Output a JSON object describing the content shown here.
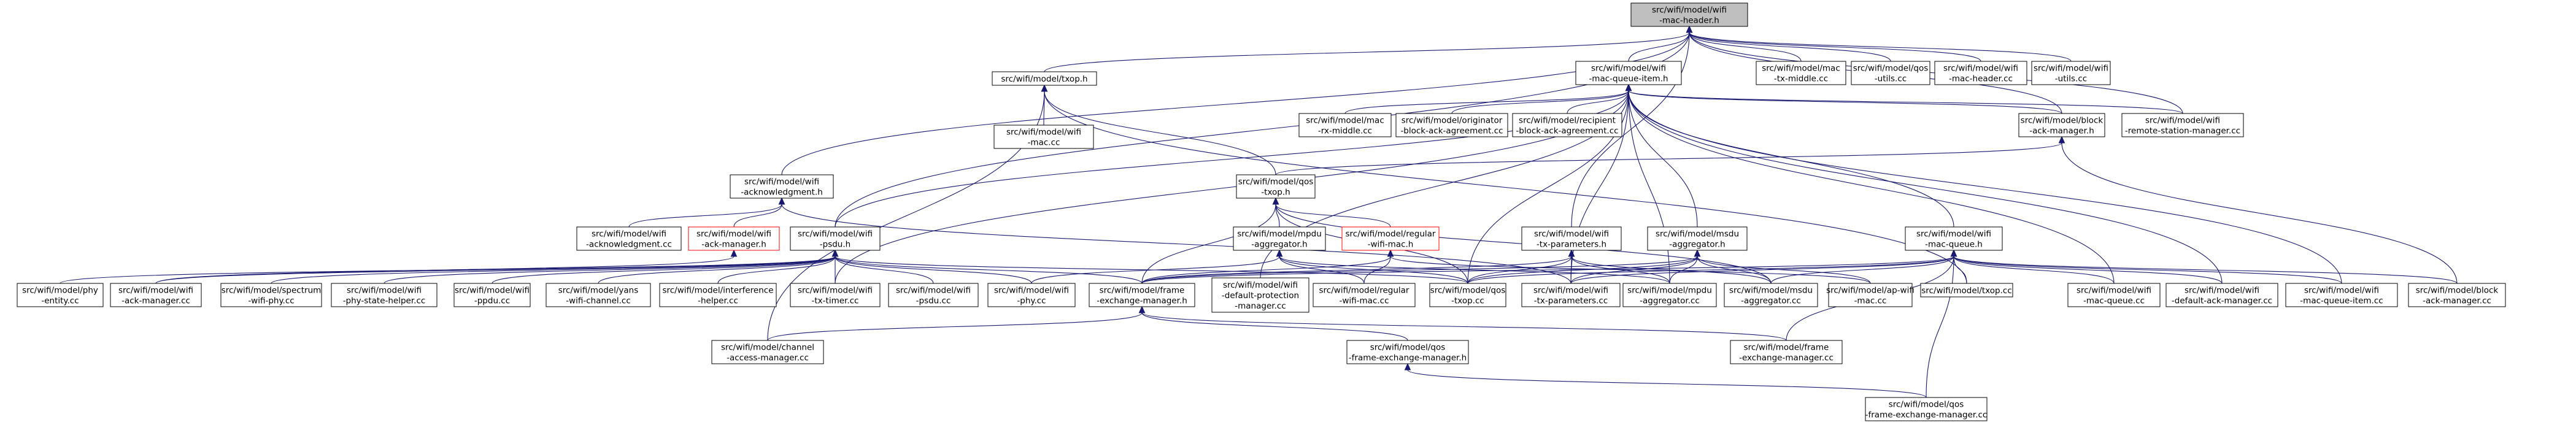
{
  "graph": {
    "root": "mac_header_h",
    "nodes": [
      {
        "id": "mac_header_h",
        "lines": [
          "src/wifi/model/wifi",
          "-mac-header.h"
        ],
        "style": "root",
        "interactable": true
      },
      {
        "id": "mac_queue_item_h",
        "lines": [
          "src/wifi/model/wifi",
          "-mac-queue-item.h"
        ],
        "style": "normal",
        "interactable": true
      },
      {
        "id": "mac_tx_middle_cc",
        "lines": [
          "src/wifi/model/mac",
          "-tx-middle.cc"
        ],
        "style": "normal",
        "interactable": true
      },
      {
        "id": "qos_utils_cc",
        "lines": [
          "src/wifi/model/qos",
          "-utils.cc"
        ],
        "style": "normal",
        "interactable": true
      },
      {
        "id": "wifi_mac_header_cc",
        "lines": [
          "src/wifi/model/wifi",
          "-mac-header.cc"
        ],
        "style": "normal",
        "interactable": true
      },
      {
        "id": "wifi_utils_cc",
        "lines": [
          "src/wifi/model/wifi",
          "-utils.cc"
        ],
        "style": "normal",
        "interactable": true
      },
      {
        "id": "txop_h",
        "lines": [
          "src/wifi/model/txop.h"
        ],
        "style": "normal",
        "interactable": true
      },
      {
        "id": "mac_rx_middle_cc",
        "lines": [
          "src/wifi/model/mac",
          "-rx-middle.cc"
        ],
        "style": "normal",
        "interactable": true
      },
      {
        "id": "originator_cc",
        "lines": [
          "src/wifi/model/originator",
          "-block-ack-agreement.cc"
        ],
        "style": "normal",
        "interactable": true
      },
      {
        "id": "recipient_cc",
        "lines": [
          "src/wifi/model/recipient",
          "-block-ack-agreement.cc"
        ],
        "style": "normal",
        "interactable": true
      },
      {
        "id": "block_ack_manager_h",
        "lines": [
          "src/wifi/model/block",
          "-ack-manager.h"
        ],
        "style": "normal",
        "interactable": true
      },
      {
        "id": "remote_station_manager_cc",
        "lines": [
          "src/wifi/model/wifi",
          "-remote-station-manager.cc"
        ],
        "style": "normal",
        "interactable": true
      },
      {
        "id": "wifi_mac_cc",
        "lines": [
          "src/wifi/model/wifi",
          "-mac.cc"
        ],
        "style": "normal",
        "interactable": true
      },
      {
        "id": "acknowledgment_h",
        "lines": [
          "src/wifi/model/wifi",
          "-acknowledgment.h"
        ],
        "style": "normal",
        "interactable": true
      },
      {
        "id": "qos_txop_h",
        "lines": [
          "src/wifi/model/qos",
          "-txop.h"
        ],
        "style": "normal",
        "interactable": true
      },
      {
        "id": "acknowledgment_cc",
        "lines": [
          "src/wifi/model/wifi",
          "-acknowledgment.cc"
        ],
        "style": "normal",
        "interactable": true
      },
      {
        "id": "wifi_ack_manager_h",
        "lines": [
          "src/wifi/model/wifi",
          "-ack-manager.h"
        ],
        "style": "red",
        "interactable": true
      },
      {
        "id": "wifi_psdu_h",
        "lines": [
          "src/wifi/model/wifi",
          "-psdu.h"
        ],
        "style": "normal",
        "interactable": true
      },
      {
        "id": "mpdu_aggregator_h",
        "lines": [
          "src/wifi/model/mpdu",
          "-aggregator.h"
        ],
        "style": "normal",
        "interactable": true
      },
      {
        "id": "regular_wifi_mac_h",
        "lines": [
          "src/wifi/model/regular",
          "-wifi-mac.h"
        ],
        "style": "red",
        "interactable": true
      },
      {
        "id": "tx_parameters_h",
        "lines": [
          "src/wifi/model/wifi",
          "-tx-parameters.h"
        ],
        "style": "normal",
        "interactable": true
      },
      {
        "id": "msdu_aggregator_h",
        "lines": [
          "src/wifi/model/msdu",
          "-aggregator.h"
        ],
        "style": "normal",
        "interactable": true
      },
      {
        "id": "wifi_mac_queue_h",
        "lines": [
          "src/wifi/model/wifi",
          "-mac-queue.h"
        ],
        "style": "normal",
        "interactable": true
      },
      {
        "id": "phy_entity_cc",
        "lines": [
          "src/wifi/model/phy",
          "-entity.cc"
        ],
        "style": "normal",
        "interactable": true
      },
      {
        "id": "wifi_ack_manager_cc",
        "lines": [
          "src/wifi/model/wifi",
          "-ack-manager.cc"
        ],
        "style": "normal",
        "interactable": true
      },
      {
        "id": "spectrum_wifi_phy_cc",
        "lines": [
          "src/wifi/model/spectrum",
          "-wifi-phy.cc"
        ],
        "style": "normal",
        "interactable": true
      },
      {
        "id": "phy_state_helper_cc",
        "lines": [
          "src/wifi/model/wifi",
          "-phy-state-helper.cc"
        ],
        "style": "normal",
        "interactable": true
      },
      {
        "id": "wifi_ppdu_cc",
        "lines": [
          "src/wifi/model/wifi",
          "-ppdu.cc"
        ],
        "style": "normal",
        "interactable": true
      },
      {
        "id": "yans_wifi_channel_cc",
        "lines": [
          "src/wifi/model/yans",
          "-wifi-channel.cc"
        ],
        "style": "normal",
        "interactable": true
      },
      {
        "id": "interference_helper_cc",
        "lines": [
          "src/wifi/model/interference",
          "-helper.cc"
        ],
        "style": "normal",
        "interactable": true
      },
      {
        "id": "wifi_tx_timer_cc",
        "lines": [
          "src/wifi/model/wifi",
          "-tx-timer.cc"
        ],
        "style": "normal",
        "interactable": true
      },
      {
        "id": "wifi_psdu_cc",
        "lines": [
          "src/wifi/model/wifi",
          "-psdu.cc"
        ],
        "style": "normal",
        "interactable": true
      },
      {
        "id": "wifi_phy_cc",
        "lines": [
          "src/wifi/model/wifi",
          "-phy.cc"
        ],
        "style": "normal",
        "interactable": true
      },
      {
        "id": "frame_exchange_manager_h",
        "lines": [
          "src/wifi/model/frame",
          "-exchange-manager.h"
        ],
        "style": "normal",
        "interactable": true
      },
      {
        "id": "default_protection_manager_cc",
        "lines": [
          "src/wifi/model/wifi",
          "-default-protection",
          "-manager.cc"
        ],
        "style": "normal",
        "interactable": true
      },
      {
        "id": "regular_wifi_mac_cc",
        "lines": [
          "src/wifi/model/regular",
          "-wifi-mac.cc"
        ],
        "style": "normal",
        "interactable": true
      },
      {
        "id": "qos_txop_cc",
        "lines": [
          "src/wifi/model/qos",
          "-txop.cc"
        ],
        "style": "normal",
        "interactable": true
      },
      {
        "id": "tx_parameters_cc",
        "lines": [
          "src/wifi/model/wifi",
          "-tx-parameters.cc"
        ],
        "style": "normal",
        "interactable": true
      },
      {
        "id": "mpdu_aggregator_cc",
        "lines": [
          "src/wifi/model/mpdu",
          "-aggregator.cc"
        ],
        "style": "normal",
        "interactable": true
      },
      {
        "id": "msdu_aggregator_cc",
        "lines": [
          "src/wifi/model/msdu",
          "-aggregator.cc"
        ],
        "style": "normal",
        "interactable": true
      },
      {
        "id": "ap_wifi_mac_cc",
        "lines": [
          "src/wifi/model/ap-wifi",
          "-mac.cc"
        ],
        "style": "normal",
        "interactable": true
      },
      {
        "id": "txop_cc",
        "lines": [
          "src/wifi/model/txop.cc"
        ],
        "style": "normal",
        "interactable": true
      },
      {
        "id": "wifi_mac_queue_cc",
        "lines": [
          "src/wifi/model/wifi",
          "-mac-queue.cc"
        ],
        "style": "normal",
        "interactable": true
      },
      {
        "id": "default_ack_manager_cc",
        "lines": [
          "src/wifi/model/wifi",
          "-default-ack-manager.cc"
        ],
        "style": "normal",
        "interactable": true
      },
      {
        "id": "mac_queue_item_cc",
        "lines": [
          "src/wifi/model/wifi",
          "-mac-queue-item.cc"
        ],
        "style": "normal",
        "interactable": true
      },
      {
        "id": "block_ack_manager_cc",
        "lines": [
          "src/wifi/model/block",
          "-ack-manager.cc"
        ],
        "style": "normal",
        "interactable": true
      },
      {
        "id": "channel_access_manager_cc",
        "lines": [
          "src/wifi/model/channel",
          "-access-manager.cc"
        ],
        "style": "normal",
        "interactable": true
      },
      {
        "id": "qos_frame_exchange_manager_h",
        "lines": [
          "src/wifi/model/qos",
          "-frame-exchange-manager.h"
        ],
        "style": "normal",
        "interactable": true
      },
      {
        "id": "frame_exchange_manager_cc",
        "lines": [
          "src/wifi/model/frame",
          "-exchange-manager.cc"
        ],
        "style": "normal",
        "interactable": true
      },
      {
        "id": "qos_frame_exchange_manager_cc",
        "lines": [
          "src/wifi/model/qos",
          "-frame-exchange-manager.cc"
        ],
        "style": "normal",
        "interactable": true
      }
    ],
    "edges": [
      [
        "mac_header_h",
        "mac_queue_item_h"
      ],
      [
        "mac_header_h",
        "mac_tx_middle_cc"
      ],
      [
        "mac_header_h",
        "qos_utils_cc"
      ],
      [
        "mac_header_h",
        "wifi_mac_header_cc"
      ],
      [
        "mac_header_h",
        "wifi_utils_cc"
      ],
      [
        "mac_header_h",
        "txop_h"
      ],
      [
        "mac_header_h",
        "acknowledgment_h"
      ],
      [
        "mac_header_h",
        "wifi_psdu_h"
      ],
      [
        "mac_header_h",
        "block_ack_manager_h"
      ],
      [
        "mac_header_h",
        "remote_station_manager_cc"
      ],
      [
        "mac_header_h",
        "tx_parameters_h"
      ],
      [
        "mac_queue_item_h",
        "mac_rx_middle_cc"
      ],
      [
        "mac_queue_item_h",
        "originator_cc"
      ],
      [
        "mac_queue_item_h",
        "recipient_cc"
      ],
      [
        "mac_queue_item_h",
        "block_ack_manager_h"
      ],
      [
        "mac_queue_item_h",
        "remote_station_manager_cc"
      ],
      [
        "mac_queue_item_h",
        "wifi_psdu_h"
      ],
      [
        "mac_queue_item_h",
        "msdu_aggregator_h"
      ],
      [
        "mac_queue_item_h",
        "wifi_mac_queue_h"
      ],
      [
        "mac_queue_item_h",
        "wifi_tx_timer_cc"
      ],
      [
        "mac_queue_item_h",
        "default_protection_manager_cc"
      ],
      [
        "mac_queue_item_h",
        "tx_parameters_cc"
      ],
      [
        "mac_queue_item_h",
        "qos_txop_cc"
      ],
      [
        "mac_queue_item_h",
        "mpdu_aggregator_cc"
      ],
      [
        "mac_queue_item_h",
        "wifi_mac_queue_cc"
      ],
      [
        "mac_queue_item_h",
        "default_ack_manager_cc"
      ],
      [
        "mac_queue_item_h",
        "mac_queue_item_cc"
      ],
      [
        "txop_h",
        "wifi_mac_cc"
      ],
      [
        "txop_h",
        "qos_txop_h"
      ],
      [
        "txop_h",
        "channel_access_manager_cc"
      ],
      [
        "txop_h",
        "txop_cc"
      ],
      [
        "block_ack_manager_h",
        "qos_txop_h"
      ],
      [
        "block_ack_manager_h",
        "block_ack_manager_cc"
      ],
      [
        "acknowledgment_h",
        "acknowledgment_cc"
      ],
      [
        "acknowledgment_h",
        "wifi_ack_manager_h"
      ],
      [
        "acknowledgment_h",
        "tx_parameters_cc"
      ],
      [
        "wifi_ack_manager_h",
        "wifi_ack_manager_cc"
      ],
      [
        "qos_txop_h",
        "mpdu_aggregator_h"
      ],
      [
        "qos_txop_h",
        "regular_wifi_mac_h"
      ],
      [
        "qos_txop_h",
        "frame_exchange_manager_h"
      ],
      [
        "qos_txop_h",
        "qos_txop_cc"
      ],
      [
        "qos_txop_h",
        "msdu_aggregator_cc"
      ],
      [
        "wifi_psdu_h",
        "phy_entity_cc"
      ],
      [
        "wifi_psdu_h",
        "wifi_ack_manager_cc"
      ],
      [
        "wifi_psdu_h",
        "spectrum_wifi_phy_cc"
      ],
      [
        "wifi_psdu_h",
        "phy_state_helper_cc"
      ],
      [
        "wifi_psdu_h",
        "wifi_ppdu_cc"
      ],
      [
        "wifi_psdu_h",
        "yans_wifi_channel_cc"
      ],
      [
        "wifi_psdu_h",
        "interference_helper_cc"
      ],
      [
        "wifi_psdu_h",
        "wifi_tx_timer_cc"
      ],
      [
        "wifi_psdu_h",
        "wifi_psdu_cc"
      ],
      [
        "wifi_psdu_h",
        "wifi_phy_cc"
      ],
      [
        "wifi_psdu_h",
        "frame_exchange_manager_h"
      ],
      [
        "wifi_psdu_h",
        "qos_txop_cc"
      ],
      [
        "mpdu_aggregator_h",
        "wifi_phy_cc"
      ],
      [
        "mpdu_aggregator_h",
        "regular_wifi_mac_cc"
      ],
      [
        "mpdu_aggregator_h",
        "qos_txop_cc"
      ],
      [
        "mpdu_aggregator_h",
        "mpdu_aggregator_cc"
      ],
      [
        "regular_wifi_mac_h",
        "frame_exchange_manager_h"
      ],
      [
        "regular_wifi_mac_h",
        "regular_wifi_mac_cc"
      ],
      [
        "regular_wifi_mac_h",
        "ap_wifi_mac_cc"
      ],
      [
        "tx_parameters_h",
        "frame_exchange_manager_h"
      ],
      [
        "tx_parameters_h",
        "qos_txop_cc"
      ],
      [
        "tx_parameters_h",
        "tx_parameters_cc"
      ],
      [
        "tx_parameters_h",
        "mpdu_aggregator_cc"
      ],
      [
        "tx_parameters_h",
        "msdu_aggregator_cc"
      ],
      [
        "msdu_aggregator_h",
        "frame_exchange_manager_h"
      ],
      [
        "msdu_aggregator_h",
        "qos_txop_cc"
      ],
      [
        "msdu_aggregator_h",
        "tx_parameters_cc"
      ],
      [
        "msdu_aggregator_h",
        "mpdu_aggregator_cc"
      ],
      [
        "msdu_aggregator_h",
        "msdu_aggregator_cc"
      ],
      [
        "msdu_aggregator_h",
        "ap_wifi_mac_cc"
      ],
      [
        "wifi_mac_queue_h",
        "frame_exchange_manager_h"
      ],
      [
        "wifi_mac_queue_h",
        "qos_txop_cc"
      ],
      [
        "wifi_mac_queue_h",
        "tx_parameters_cc"
      ],
      [
        "wifi_mac_queue_h",
        "msdu_aggregator_cc"
      ],
      [
        "wifi_mac_queue_h",
        "txop_cc"
      ],
      [
        "wifi_mac_queue_h",
        "wifi_mac_queue_cc"
      ],
      [
        "wifi_mac_queue_h",
        "default_ack_manager_cc"
      ],
      [
        "wifi_mac_queue_h",
        "mac_queue_item_cc"
      ],
      [
        "wifi_mac_queue_h",
        "block_ack_manager_cc"
      ],
      [
        "wifi_mac_queue_h",
        "frame_exchange_manager_cc"
      ],
      [
        "wifi_mac_queue_h",
        "qos_frame_exchange_manager_cc"
      ],
      [
        "frame_exchange_manager_h",
        "channel_access_manager_cc"
      ],
      [
        "frame_exchange_manager_h",
        "qos_frame_exchange_manager_h"
      ],
      [
        "frame_exchange_manager_h",
        "frame_exchange_manager_cc"
      ],
      [
        "qos_frame_exchange_manager_h",
        "qos_frame_exchange_manager_cc"
      ]
    ]
  }
}
